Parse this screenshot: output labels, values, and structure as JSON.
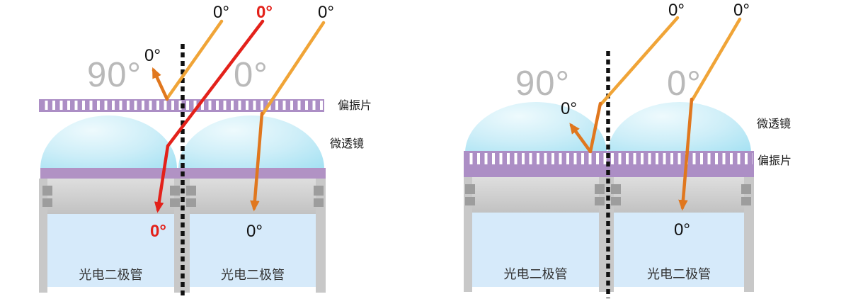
{
  "figure": {
    "description_domain": "polarization image sensor pixel structure comparison",
    "colors": {
      "polarizer_purple": "#ac8ec5",
      "purple_solid": "#b192c4",
      "lens_blue": "#8ed8ee",
      "photodiode_fill": "#d6eafa",
      "gray_top": "#dedede",
      "gray_bottom": "#c2c2c2",
      "contact_gray": "#9d9d9d",
      "column_gray": "#c8c8c8",
      "ray_gold": "#f0a437",
      "ray_orange": "#e0771e",
      "ray_red": "#e3211a",
      "angle_text_gray": "#b9b9b9"
    },
    "left_panel": {
      "region_left_angle": "90°",
      "region_right_angle": "0°",
      "polarizer_label": "偏振片",
      "microlens_label": "微透镜",
      "photodiode_left": "光电二极管",
      "photodiode_right": "光电二极管",
      "rays": {
        "blocked_incident": "0°",
        "blocked_reflected": "0°",
        "red_incident": "0°",
        "red_exit": "0°",
        "orange_incident": "0°",
        "orange_exit": "0°"
      }
    },
    "right_panel": {
      "region_left_angle": "90°",
      "region_right_angle": "0°",
      "microlens_label": "微透镜",
      "polarizer_label": "偏振片",
      "photodiode_left": "光电二极管",
      "photodiode_right": "光电二极管",
      "rays": {
        "blocked_incident": "0°",
        "blocked_reflected": "0°",
        "pass_incident": "0°",
        "pass_exit": "0°"
      }
    }
  }
}
